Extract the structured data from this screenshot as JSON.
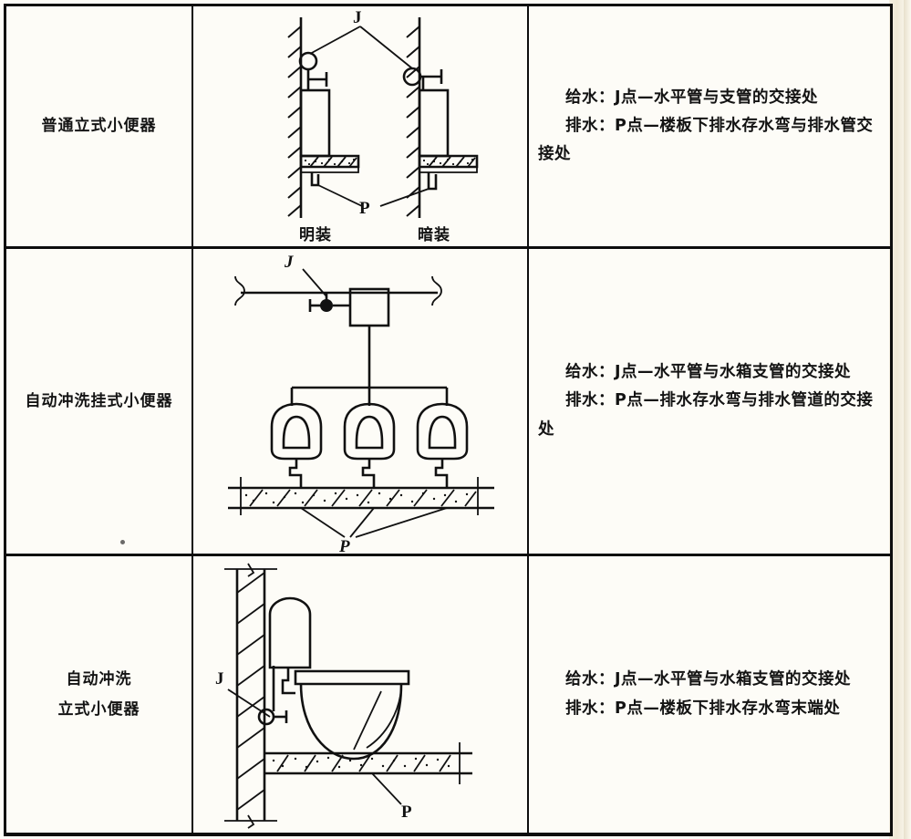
{
  "table": {
    "rows": [
      {
        "name": "普通立式小便器",
        "name_lines": [
          "普通立式小便器"
        ],
        "figure": {
          "id": "stall-urinal-exposed-concealed",
          "labels": {
            "supply_point": "J",
            "drain_point": "P",
            "left_caption": "明装",
            "right_caption": "暗装"
          }
        },
        "description": [
          "给水：J点—水平管与支管的交接处",
          "排水：P点—楼板下排水存水弯与排水管交",
          "接处"
        ]
      },
      {
        "name": "自动冲洗挂式小便器",
        "name_lines": [
          "自动冲洗挂式小便器"
        ],
        "figure": {
          "id": "auto-flush-wall-hung-urinals",
          "labels": {
            "supply_point": "J",
            "drain_point": "P"
          }
        },
        "description": [
          "给水：J点—水平管与水箱支管的交接处",
          "排水：P点—排水存水弯与排水管道的交接",
          "处"
        ]
      },
      {
        "name": "自动冲洗立式小便器",
        "name_lines": [
          "自动冲洗",
          "立式小便器"
        ],
        "figure": {
          "id": "auto-flush-stall-urinal",
          "labels": {
            "supply_point": "J",
            "drain_point": "P"
          }
        },
        "description": [
          "给水：J点—水平管与水箱支管的交接处",
          "排水：P点—楼板下排水存水弯末端处"
        ]
      }
    ]
  },
  "colors": {
    "ink": "#111111",
    "paper": "#fdfcf7",
    "page_edge": "#efe8d6"
  }
}
